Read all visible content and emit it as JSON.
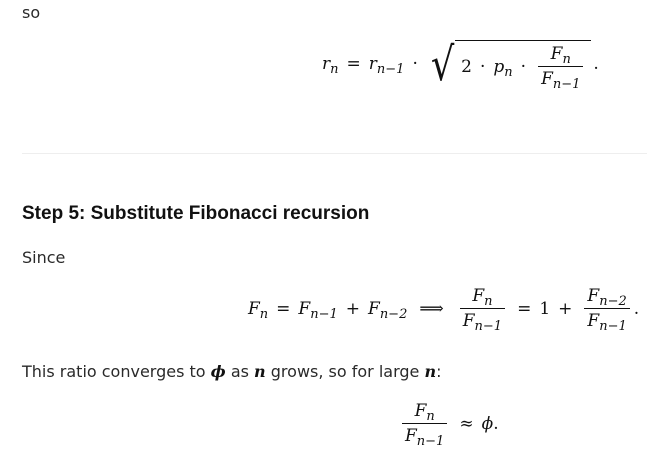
{
  "intro_text": "so",
  "eq1": {
    "lhs_base": "r",
    "lhs_sub": "n",
    "eq": "=",
    "r_base": "r",
    "r_sub": "n−1",
    "dot": "·",
    "radical": "√",
    "two": "2",
    "p_base": "p",
    "p_sub": "n",
    "frac_num_base": "F",
    "frac_num_sub": "n",
    "frac_den_base": "F",
    "frac_den_sub": "n−1",
    "period": "."
  },
  "section": {
    "heading": "Step 5: Substitute Fibonacci recursion",
    "since_text": "Since"
  },
  "eq2": {
    "lhs_base": "F",
    "lhs_sub": "n",
    "eq": "=",
    "t1_base": "F",
    "t1_sub": "n−1",
    "plus": "+",
    "t2_base": "F",
    "t2_sub": "n−2",
    "implies": "⟹",
    "f1_num_base": "F",
    "f1_num_sub": "n",
    "f1_den_base": "F",
    "f1_den_sub": "n−1",
    "one": "1",
    "f2_num_base": "F",
    "f2_num_sub": "n−2",
    "f2_den_base": "F",
    "f2_den_sub": "n−1",
    "period": "."
  },
  "ratio_sentence": {
    "part1": "This ratio converges to ",
    "phi": "ϕ",
    "part2": " as ",
    "n1": "n",
    "part3": " grows, so for large ",
    "n2": "n",
    "part4": ":"
  },
  "eq3": {
    "num_base": "F",
    "num_sub": "n",
    "den_base": "F",
    "den_sub": "n−1",
    "approx": "≈",
    "phi": "ϕ",
    "period": "."
  }
}
